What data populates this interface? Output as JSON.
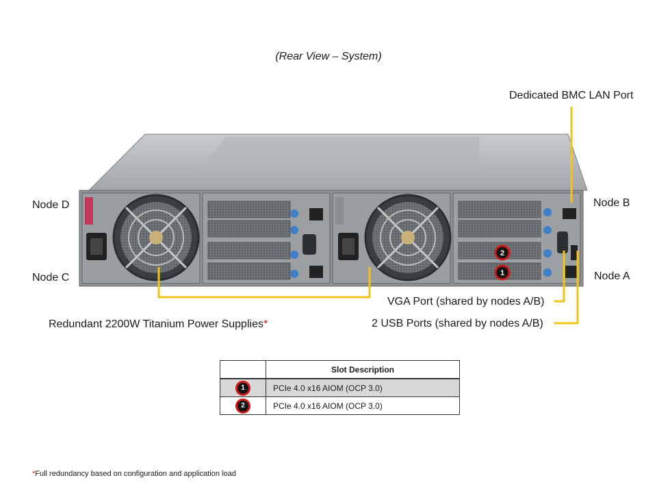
{
  "caption": "(Rear View – System)",
  "labels": {
    "bmc_lan": "Dedicated BMC LAN Port",
    "node_d": "Node D",
    "node_c": "Node C",
    "node_b": "Node B",
    "node_a": "Node A",
    "psu": "Redundant 2200W Titanium Power Supplies",
    "psu_star": "*",
    "vga": "VGA Port (shared by nodes A/B)",
    "usb": "2 USB Ports (shared by nodes A/B)"
  },
  "markers": {
    "slot1": "1",
    "slot2": "2"
  },
  "table": {
    "header_blank": "",
    "header": "Slot Description",
    "rows": [
      {
        "badge": "1",
        "desc": "PCIe 4.0 x16 AIOM (OCP 3.0)"
      },
      {
        "badge": "2",
        "desc": "PCIe 4.0 x16 AIOM (OCP 3.0)"
      }
    ]
  },
  "footnote": {
    "star": "*",
    "text": "Full redundancy based on configuration and application load"
  },
  "colors": {
    "callout_line": "#f0c419",
    "badge_ring": "#cc1a1a",
    "chassis": "#8a8f92",
    "chassis_top": "#b9bdbf"
  }
}
